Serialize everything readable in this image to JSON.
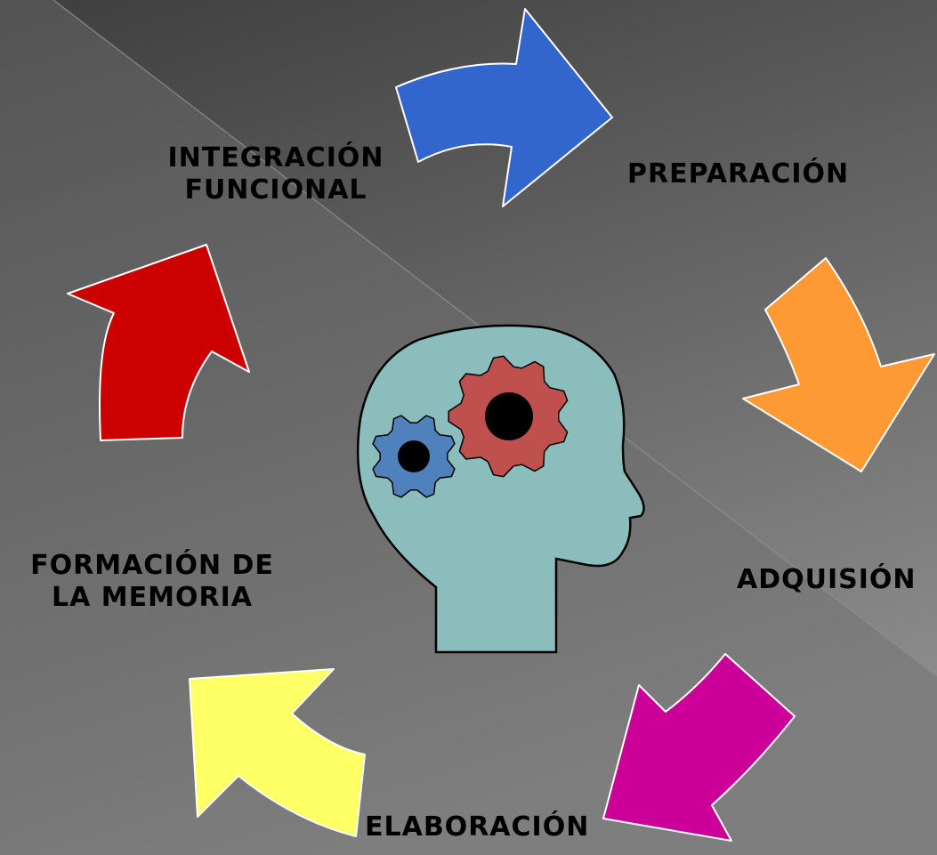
{
  "diagram": {
    "stages": [
      {
        "id": "preparacion",
        "lines": [
          "PREPARACIÓN"
        ],
        "arrow_color": "#3366CC"
      },
      {
        "id": "adquisicion",
        "lines": [
          "ADQUISIÓN"
        ],
        "arrow_color": "#FF9933"
      },
      {
        "id": "elaboracion",
        "lines": [
          "ELABORACIÓN"
        ],
        "arrow_color": "#CC0099"
      },
      {
        "id": "formacion",
        "lines": [
          "FORMACIÓN DE",
          "LA MEMORIA"
        ],
        "arrow_color": "#FFFF66"
      },
      {
        "id": "integracion",
        "lines": [
          "INTEGRACIÓN",
          "FUNCIONAL"
        ],
        "arrow_color": "#CC0000"
      }
    ],
    "center_image": {
      "icon": "head-with-gears-icon",
      "head_color": "#8BBDBD",
      "large_gear_color": "#C0504D",
      "small_gear_color": "#4F81BD"
    },
    "background": {
      "dark": "#4A4A4A",
      "light": "#808080"
    }
  }
}
